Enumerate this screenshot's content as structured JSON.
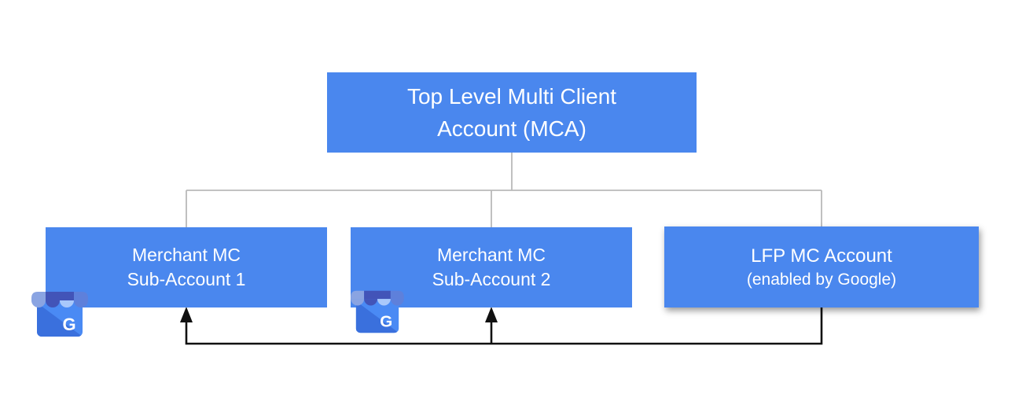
{
  "diagram": {
    "background_color": "#ffffff",
    "node_fill_color": "#4a87ee",
    "node_text_color": "#ffffff",
    "tree_connector_color": "#b9b9b9",
    "arrow_color": "#111111",
    "nodes": {
      "mca": {
        "line1": "Top Level Multi Client",
        "line2": "Account (MCA)"
      },
      "sub1": {
        "line1": "Merchant MC",
        "line2": "Sub-Account 1"
      },
      "sub2": {
        "line1": "Merchant MC",
        "line2": "Sub-Account 2"
      },
      "lfp": {
        "line1": "LFP MC Account",
        "line2": "(enabled by Google)"
      }
    },
    "edges": [
      {
        "from": "mca",
        "to": "sub1",
        "style": "tree-line"
      },
      {
        "from": "mca",
        "to": "sub2",
        "style": "tree-line"
      },
      {
        "from": "mca",
        "to": "lfp",
        "style": "tree-line"
      },
      {
        "from": "lfp",
        "to": "sub1",
        "style": "black-arrow"
      },
      {
        "from": "lfp",
        "to": "sub2",
        "style": "black-arrow"
      }
    ],
    "icons": {
      "gmb_name": "google-my-business-storefront",
      "gmb_letter": "G",
      "gmb_body_color": "#4a8af4",
      "gmb_fold_color": "#3a70dd",
      "gmb_awning_colors": [
        "#8aa4e2",
        "#4254b8",
        "#a9c8fb",
        "#5e80db"
      ]
    }
  }
}
